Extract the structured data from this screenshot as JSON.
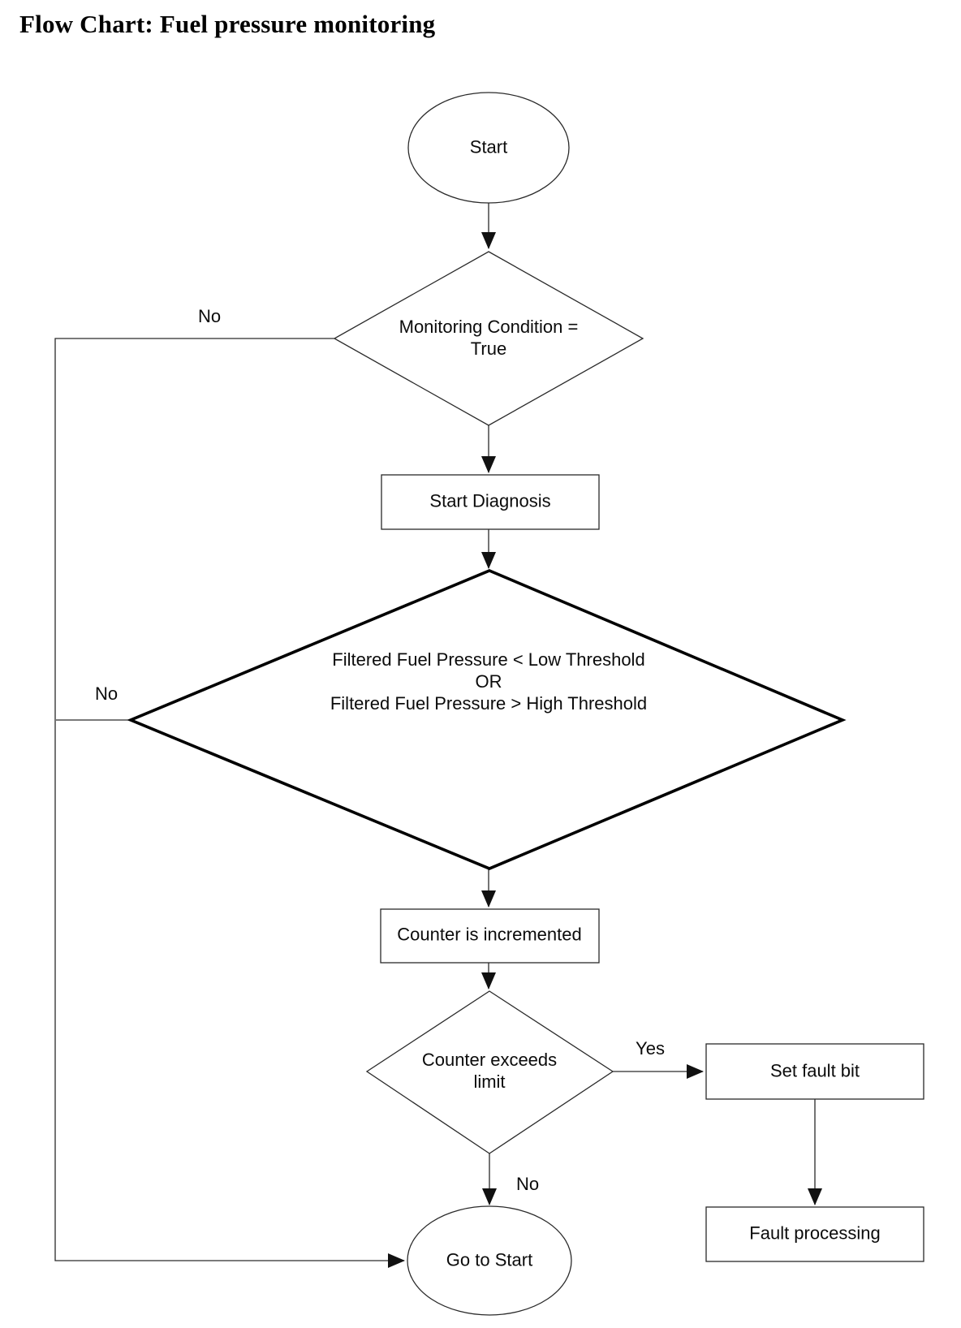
{
  "page": {
    "title": "Flow Chart: Fuel pressure monitoring"
  },
  "colors": {
    "background": "#ffffff",
    "line": "#1a1a1a",
    "thick_line": "#000000",
    "text": "#0b0b0b"
  },
  "nodes": {
    "start": {
      "type": "terminator",
      "label": "Start"
    },
    "monitoring_condition": {
      "type": "decision",
      "label": "Monitoring Condition =\nTrue"
    },
    "start_diagnosis": {
      "type": "process",
      "label": "Start Diagnosis"
    },
    "pressure_check": {
      "type": "decision",
      "label": "Filtered Fuel Pressure < Low Threshold\nOR\nFiltered Fuel Pressure > High Threshold"
    },
    "counter_incremented": {
      "type": "process",
      "label": "Counter is incremented"
    },
    "counter_exceeds_limit": {
      "type": "decision",
      "label": "Counter exceeds\nlimit"
    },
    "set_fault_bit": {
      "type": "process",
      "label": "Set fault bit"
    },
    "fault_processing": {
      "type": "process",
      "label": "Fault processing"
    },
    "go_to_start": {
      "type": "terminator",
      "label": "Go to Start"
    }
  },
  "edge_labels": {
    "monitoring_condition_no": "No",
    "pressure_check_no": "No",
    "counter_exceeds_yes": "Yes",
    "counter_exceeds_no": "No"
  }
}
